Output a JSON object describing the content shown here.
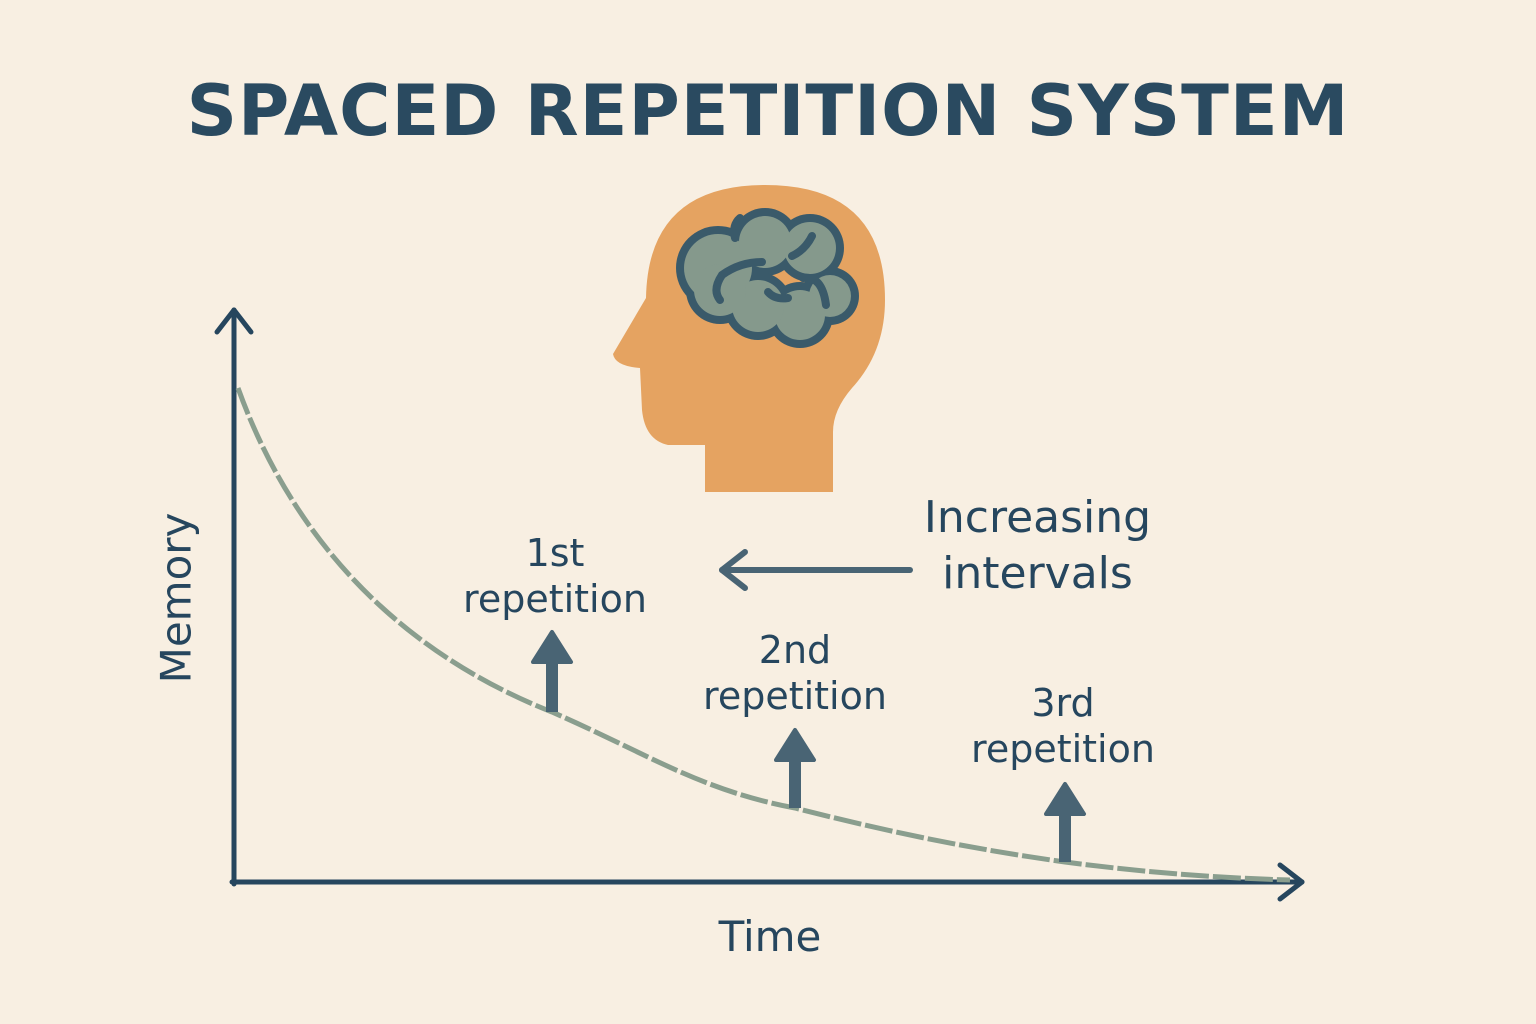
{
  "title": "SPACED REPETITION SYSTEM",
  "axes": {
    "y_label": "Memory",
    "x_label": "Time"
  },
  "repetitions": [
    {
      "line1": "1st",
      "line2": "repetition"
    },
    {
      "line1": "2nd",
      "line2": "repetition"
    },
    {
      "line1": "3rd",
      "line2": "repetition"
    }
  ],
  "annotation": {
    "line1": "Increasing",
    "line2": "intervals"
  },
  "colors": {
    "background": "#f8efe2",
    "ink": "#26465e",
    "arrow": "#496474",
    "curve": "#8a9e8e",
    "head": "#e5a361",
    "brain": "#85998c"
  }
}
